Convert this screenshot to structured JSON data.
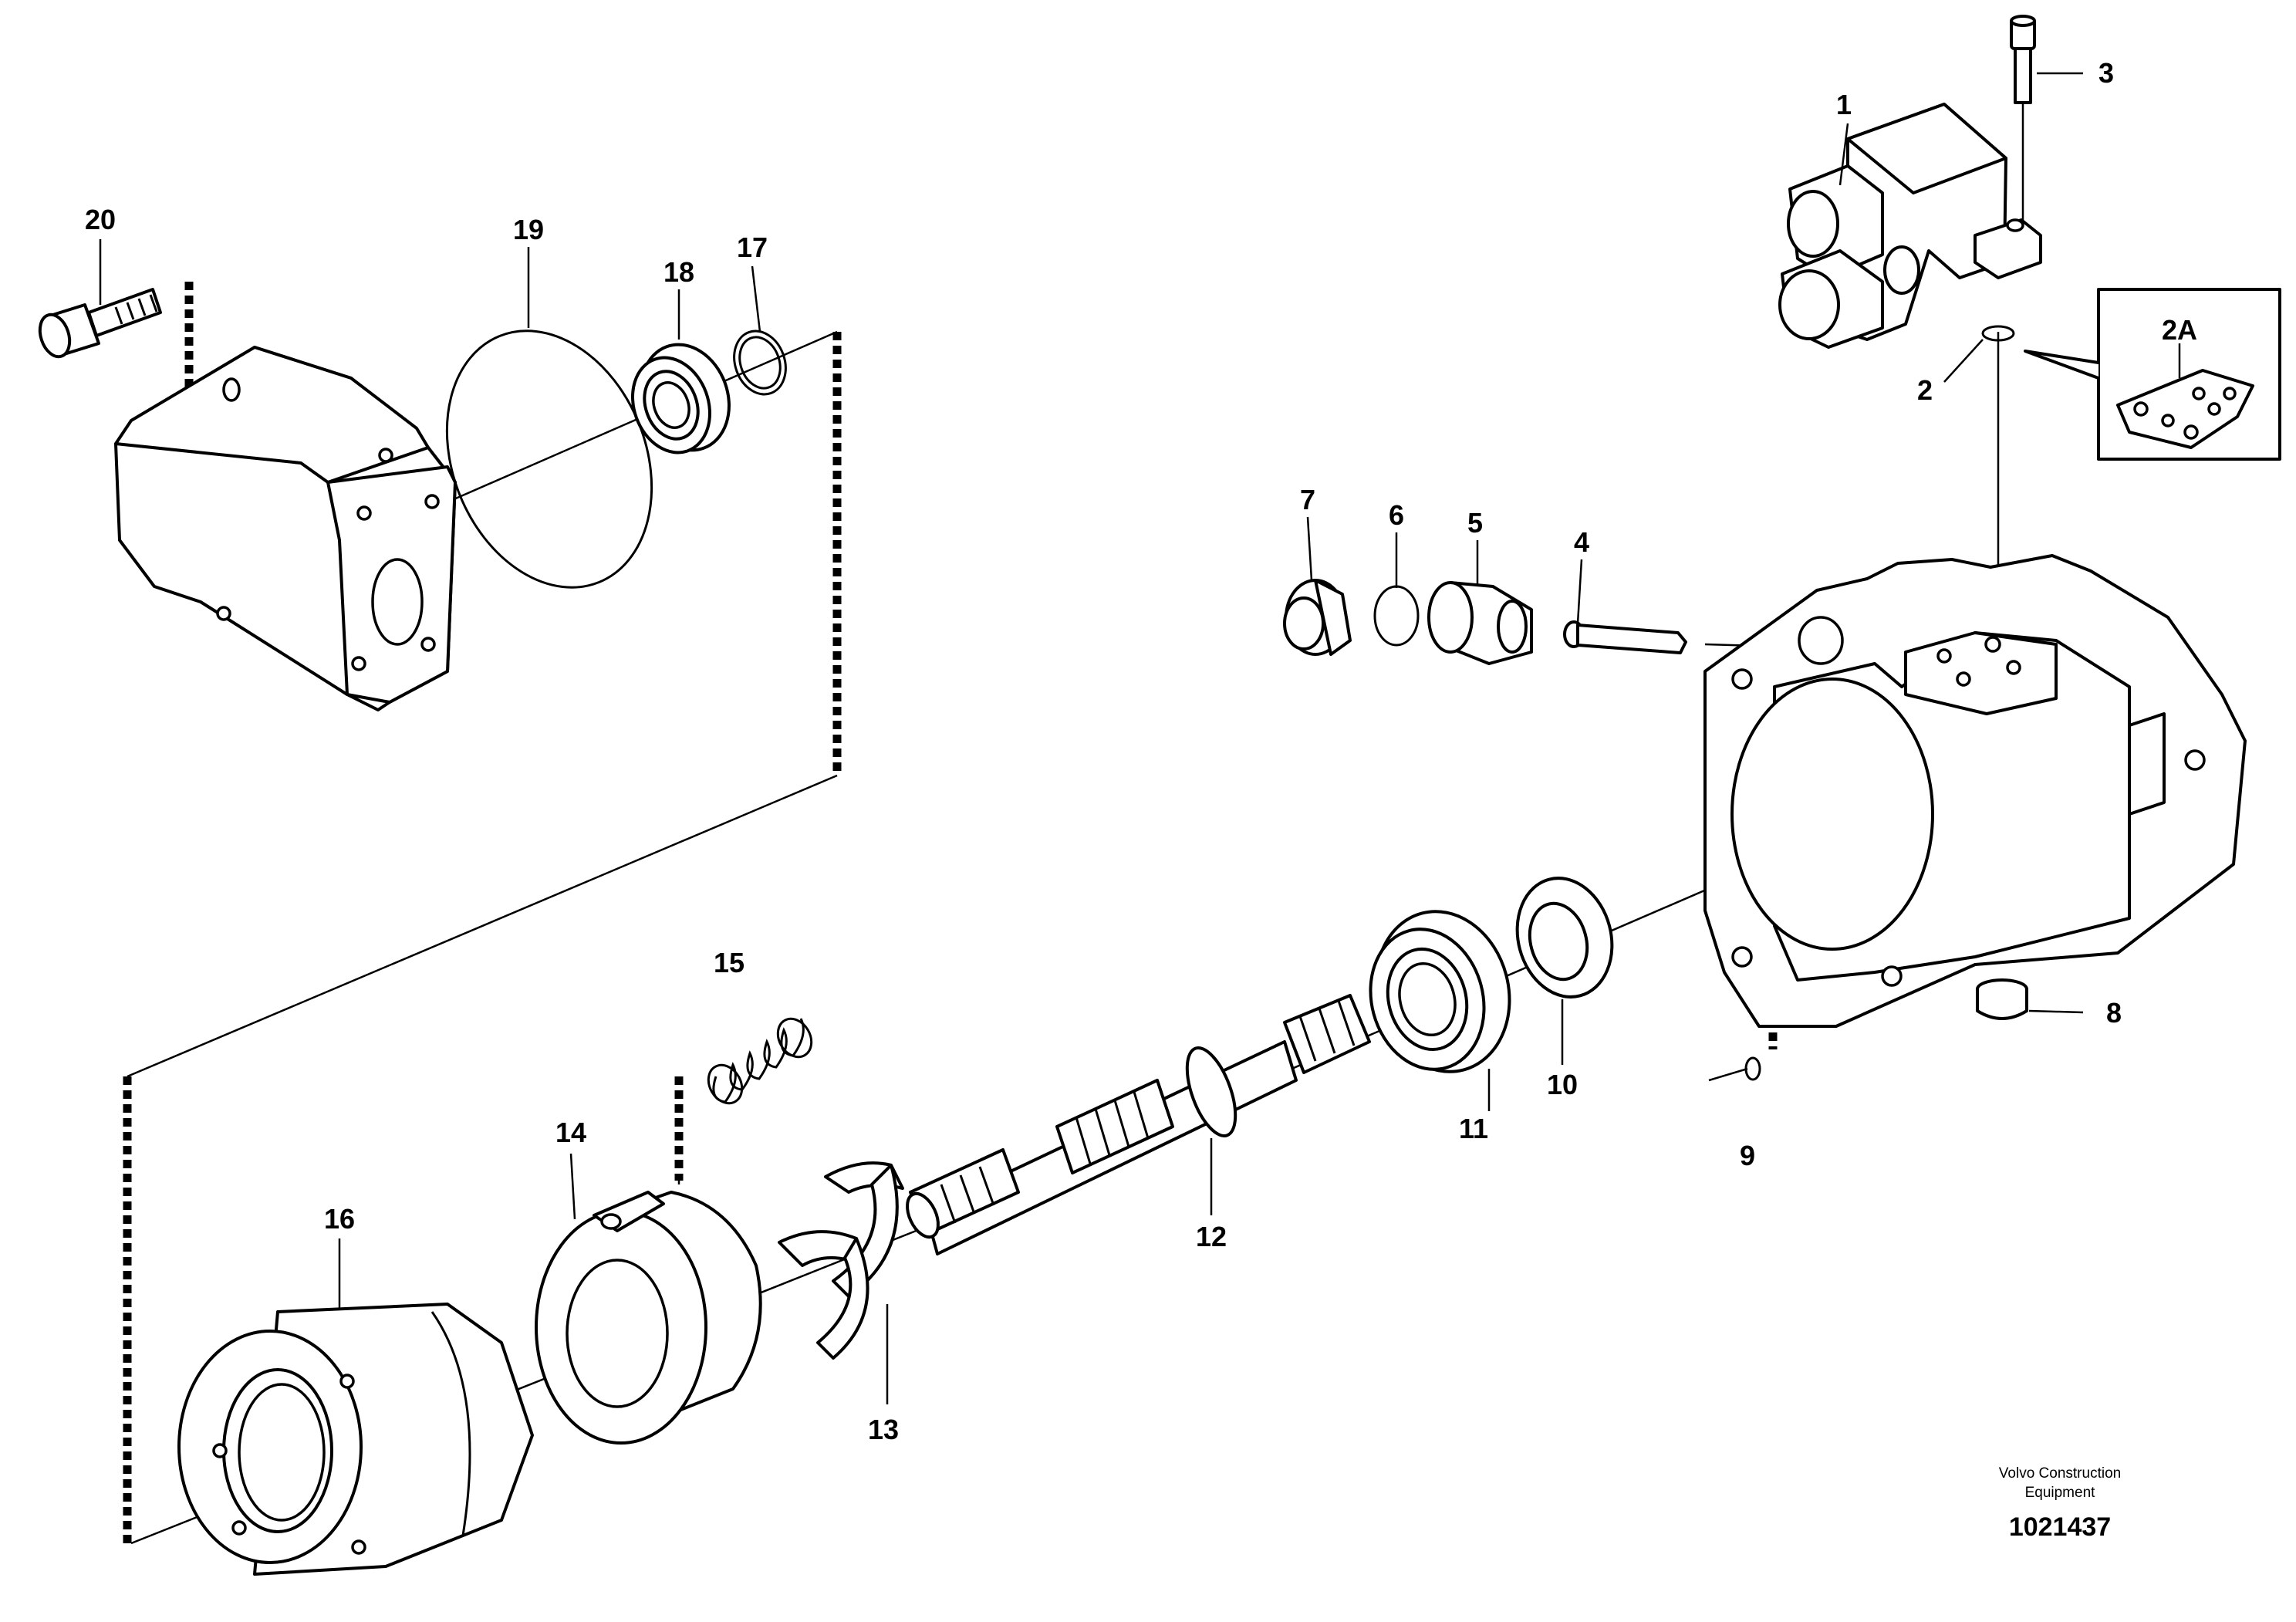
{
  "callouts": {
    "c1": "1",
    "c2": "2",
    "c2a": "2A",
    "c3": "3",
    "c4": "4",
    "c5": "5",
    "c6": "6",
    "c7": "7",
    "c8": "8",
    "c9": "9",
    "c10": "10",
    "c11": "11",
    "c12": "12",
    "c13": "13",
    "c14": "14",
    "c15": "15",
    "c16": "16",
    "c17": "17",
    "c18": "18",
    "c19": "19",
    "c20": "20"
  },
  "footer": {
    "company_line1": "Volvo Construction",
    "company_line2": "Equipment",
    "drawing_number": "1021437"
  }
}
